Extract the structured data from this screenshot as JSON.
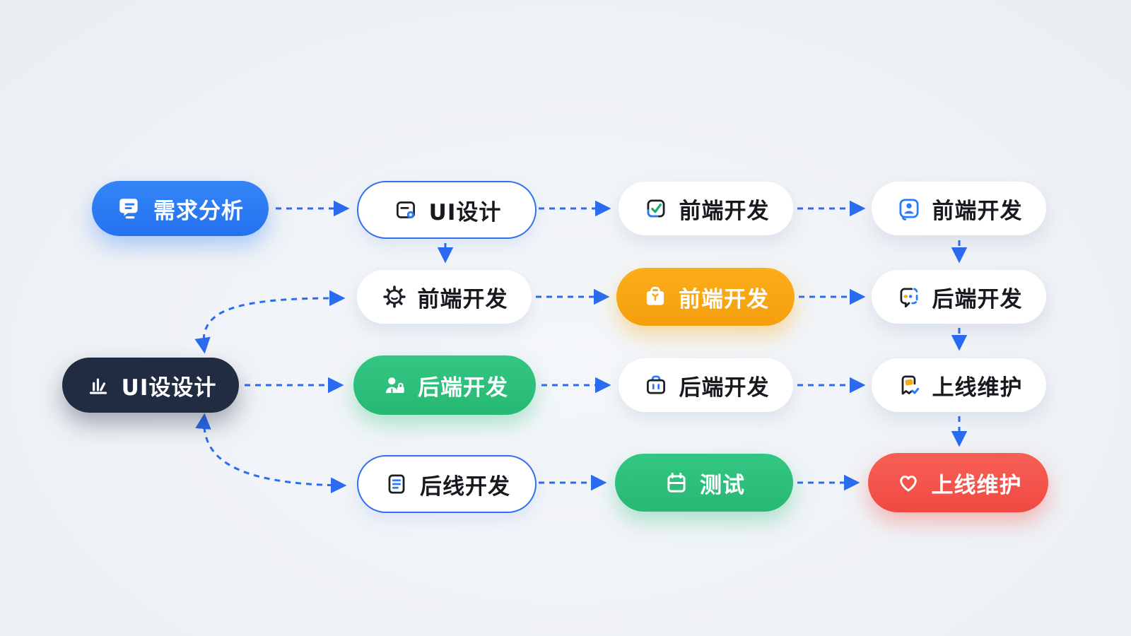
{
  "diagram": {
    "type": "flowchart",
    "language": "zh-CN"
  },
  "colors": {
    "background": "#edf1f5",
    "arrow_blue": "#2b6bf0",
    "node_blue": "#2b7bf5",
    "node_dark": "#212c42",
    "node_green": "#2ec17e",
    "node_orange": "#f8a816",
    "node_red": "#f5564d",
    "node_outline_border": "#2f6ff0",
    "text_dark": "#17191e",
    "text_light": "#ffffff",
    "icon_green_check": "#19ab6b",
    "icon_orange_accent": "#f8a816"
  },
  "nodes": [
    {
      "label": "需求分析",
      "style": "blue",
      "icon": "doc-chat-icon"
    },
    {
      "label": "UI设计",
      "style": "outline",
      "icon": "artboard-icon"
    },
    {
      "label": "前端开发",
      "style": "white",
      "icon": "checkbox-icon"
    },
    {
      "label": "前端开发",
      "style": "white",
      "icon": "user-card-icon"
    },
    {
      "label": "前端开发",
      "style": "white",
      "icon": "gear-icon"
    },
    {
      "label": "前端开发",
      "style": "orange",
      "icon": "toolbox-icon"
    },
    {
      "label": "后端开发",
      "style": "white",
      "icon": "chat-dots-icon"
    },
    {
      "label": "UI设设计",
      "style": "dark",
      "icon": "bar-chart-icon"
    },
    {
      "label": "后端开发",
      "style": "green",
      "icon": "user-lock-icon"
    },
    {
      "label": "后端开发",
      "style": "white",
      "icon": "briefcase-icon"
    },
    {
      "label": "上线维护",
      "style": "white",
      "icon": "bookmark-check-icon"
    },
    {
      "label": "后线开发",
      "style": "outline",
      "icon": "doc-lines-icon"
    },
    {
      "label": "测试",
      "style": "green",
      "icon": "calendar-icon"
    },
    {
      "label": "上线维护",
      "style": "red",
      "icon": "heart-icon"
    }
  ],
  "connections": [
    {
      "from": 0,
      "to": 1,
      "shape": "straight",
      "arrowheads": "single"
    },
    {
      "from": 1,
      "to": 2,
      "shape": "straight",
      "arrowheads": "single"
    },
    {
      "from": 2,
      "to": 3,
      "shape": "straight",
      "arrowheads": "single"
    },
    {
      "from": 1,
      "to": 4,
      "shape": "vertical",
      "arrowheads": "single"
    },
    {
      "from": 4,
      "to": 5,
      "shape": "straight",
      "arrowheads": "single"
    },
    {
      "from": 5,
      "to": 6,
      "shape": "straight",
      "arrowheads": "single"
    },
    {
      "from": 3,
      "to": 6,
      "shape": "vertical",
      "arrowheads": "single"
    },
    {
      "from": 7,
      "to": 4,
      "shape": "curved",
      "arrowheads": "double"
    },
    {
      "from": 7,
      "to": 8,
      "shape": "straight",
      "arrowheads": "single"
    },
    {
      "from": 8,
      "to": 9,
      "shape": "straight",
      "arrowheads": "single"
    },
    {
      "from": 9,
      "to": 10,
      "shape": "straight",
      "arrowheads": "single"
    },
    {
      "from": 6,
      "to": 10,
      "shape": "vertical",
      "arrowheads": "single"
    },
    {
      "from": 10,
      "to": 13,
      "shape": "vertical",
      "arrowheads": "single"
    },
    {
      "from": 7,
      "to": 11,
      "shape": "curved",
      "arrowheads": "double"
    },
    {
      "from": 11,
      "to": 12,
      "shape": "straight",
      "arrowheads": "single"
    },
    {
      "from": 12,
      "to": 13,
      "shape": "straight",
      "arrowheads": "single"
    }
  ]
}
